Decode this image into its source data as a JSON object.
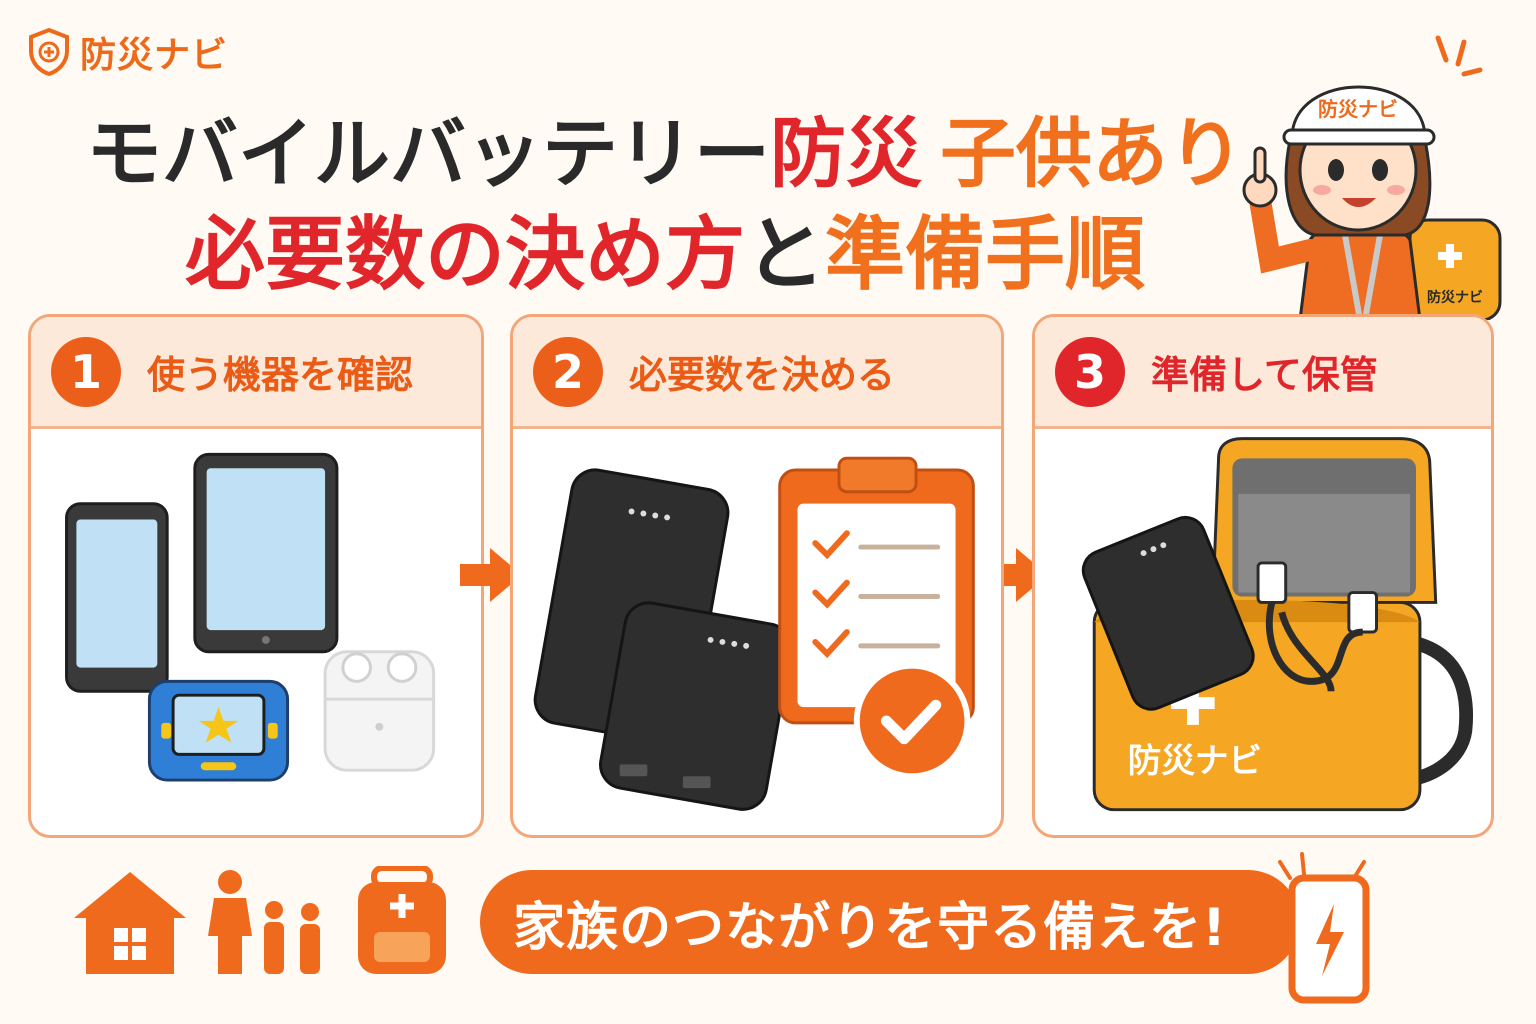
{
  "brand": {
    "name": "防災ナビ"
  },
  "title": {
    "line1": [
      {
        "text": "モバイルバッテリー",
        "tone": "dark"
      },
      {
        "text": "防災",
        "tone": "red"
      },
      {
        "text": "子供あり",
        "tone": "orange"
      }
    ],
    "line2": [
      {
        "text": "必要数の決め方",
        "tone": "red"
      },
      {
        "text": "と",
        "tone": "dark"
      },
      {
        "text": "準備手順",
        "tone": "orange"
      }
    ]
  },
  "mascot": {
    "helmet_text": "防災ナビ",
    "backpack_text": "防災ナビ"
  },
  "steps": [
    {
      "number": "1",
      "label": "使う機器を確認"
    },
    {
      "number": "2",
      "label": "必要数を決める"
    },
    {
      "number": "3",
      "label": "準備して保管"
    }
  ],
  "bag": {
    "text": "防災ナビ"
  },
  "footer": {
    "banner_text": "家族のつながりを守る備えを!"
  },
  "icons": {
    "logo": "shield-plus-icon",
    "step1": [
      "smartphone-icon",
      "tablet-icon",
      "handheld-game-icon",
      "earbuds-case-icon"
    ],
    "step2": [
      "power-bank-icon",
      "clipboard-checklist-icon",
      "check-badge-icon"
    ],
    "step3": [
      "emergency-bag-icon",
      "usb-cable-icon"
    ],
    "footer": [
      "house-icon",
      "family-icon",
      "emergency-backpack-icon",
      "phone-charging-icon"
    ]
  },
  "colors": {
    "orange": "#f06a1e",
    "red": "#e0262b",
    "dark": "#2a2a2a",
    "panel_head": "#fde9da",
    "bag_yellow": "#f5a623"
  }
}
